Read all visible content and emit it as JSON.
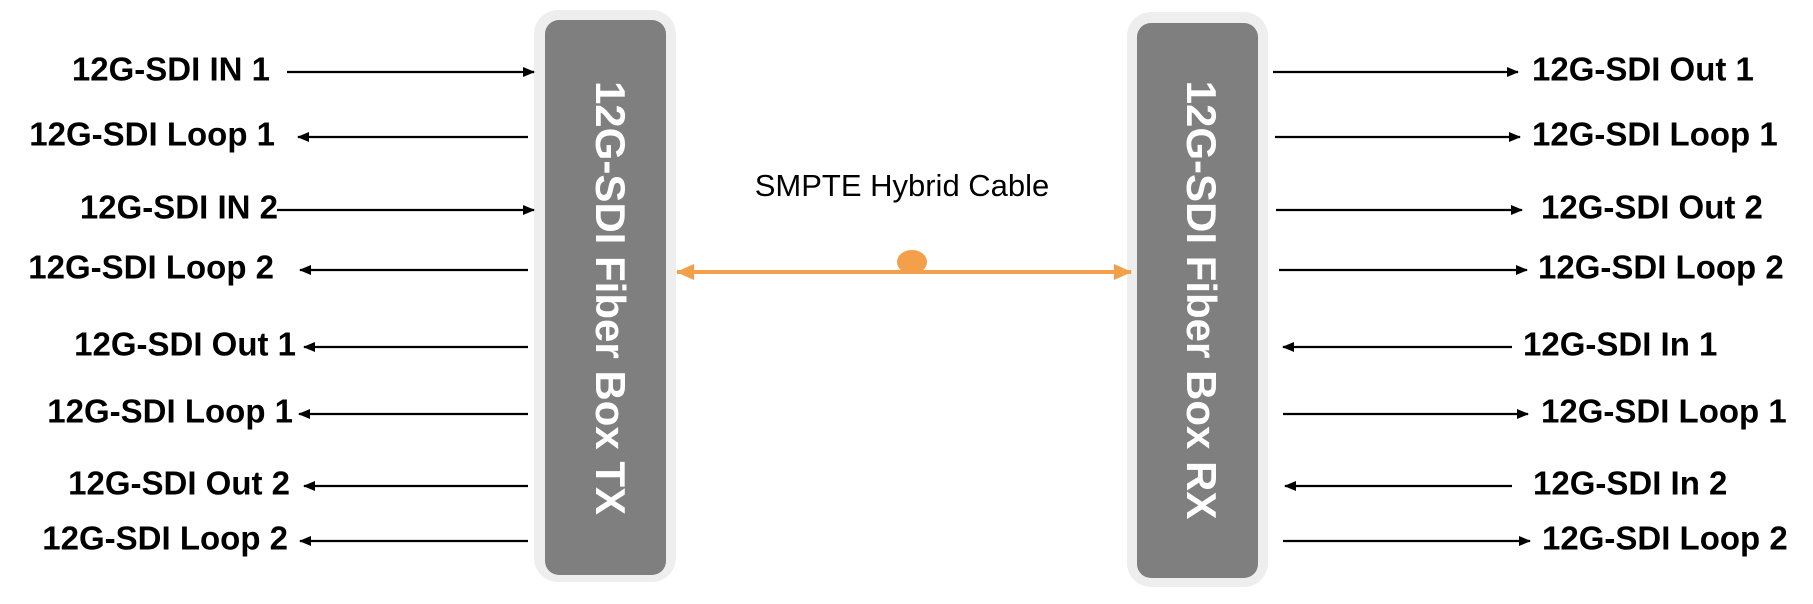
{
  "colors": {
    "box_fill": "#7f7f7f",
    "box_halo": "#eeeeee",
    "arrow": "#000000",
    "cable": "#f4a04a",
    "box_text": "#ffffff"
  },
  "tx_box": {
    "label": "12G-SDI Fiber Box TX"
  },
  "rx_box": {
    "label": "12G-SDI Fiber Box RX"
  },
  "cable": {
    "label": "SMPTE Hybrid Cable",
    "direction": "bidirectional"
  },
  "tx_ports": [
    {
      "label": "12G-SDI IN 1",
      "direction": "in"
    },
    {
      "label": "12G-SDI Loop 1",
      "direction": "out"
    },
    {
      "label": "12G-SDI IN 2",
      "direction": "in"
    },
    {
      "label": "12G-SDI Loop 2",
      "direction": "out"
    },
    {
      "label": "12G-SDI Out 1",
      "direction": "out"
    },
    {
      "label": "12G-SDI Loop 1",
      "direction": "out"
    },
    {
      "label": "12G-SDI Out 2",
      "direction": "out"
    },
    {
      "label": "12G-SDI Loop 2",
      "direction": "out"
    }
  ],
  "rx_ports": [
    {
      "label": "12G-SDI Out 1",
      "direction": "out"
    },
    {
      "label": "12G-SDI Loop 1",
      "direction": "out"
    },
    {
      "label": "12G-SDI Out 2",
      "direction": "out"
    },
    {
      "label": "12G-SDI Loop 2",
      "direction": "out"
    },
    {
      "label": "12G-SDI In 1",
      "direction": "in"
    },
    {
      "label": "12G-SDI Loop 1",
      "direction": "out"
    },
    {
      "label": "12G-SDI In 2",
      "direction": "in"
    },
    {
      "label": "12G-SDI Loop 2",
      "direction": "out"
    }
  ]
}
